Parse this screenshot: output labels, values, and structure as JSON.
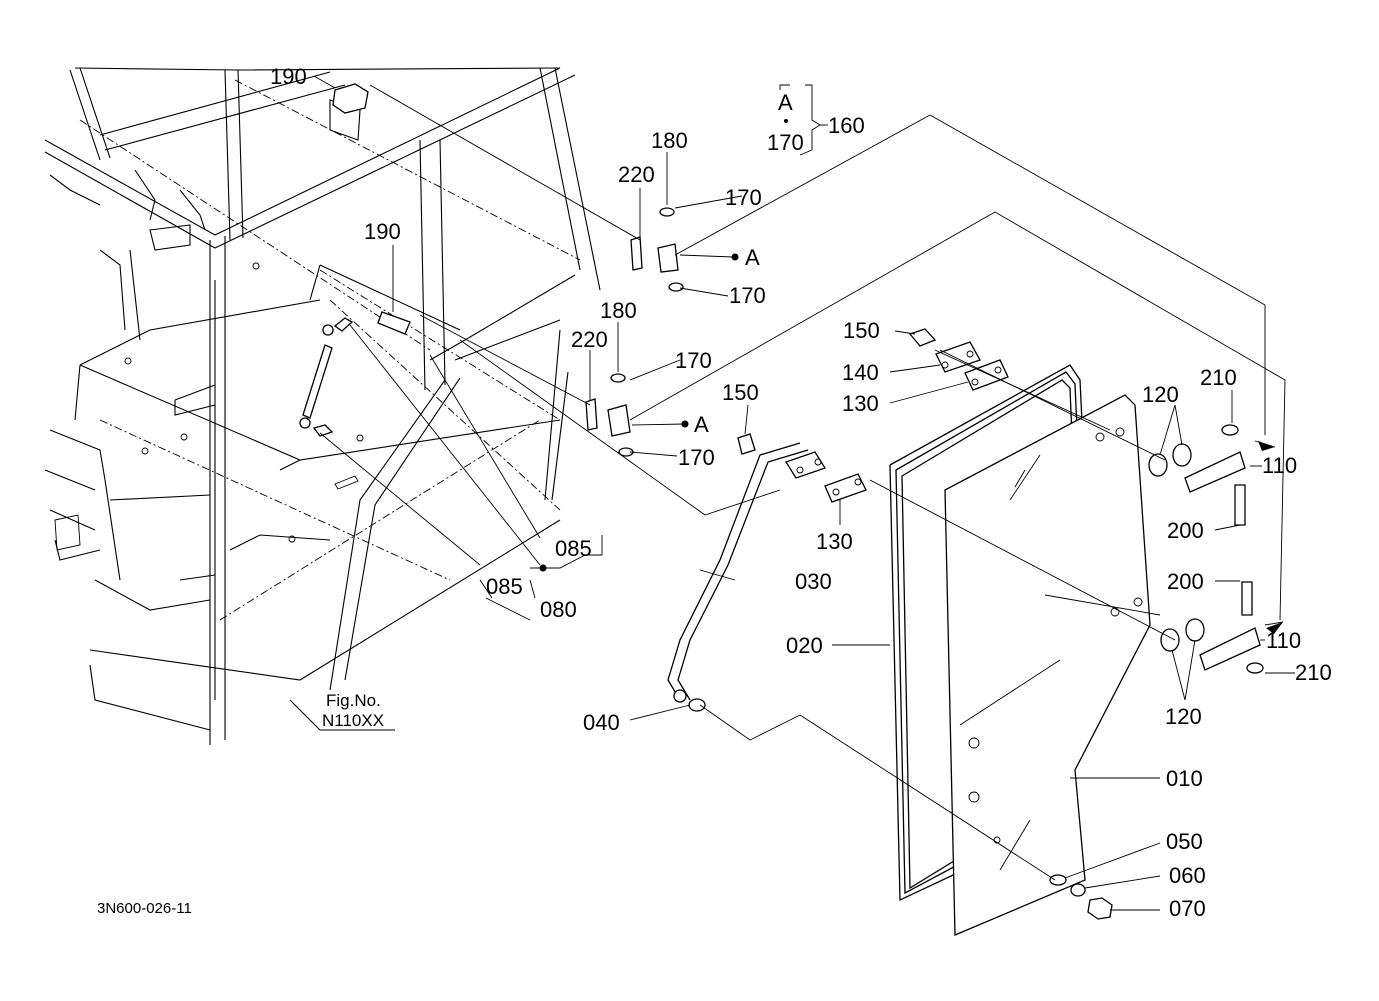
{
  "diagram": {
    "drawing_code": "3N600-026-11",
    "reference": {
      "line1": "Fig.No.",
      "line2": "N110XX"
    },
    "detail_group": {
      "letter": "A",
      "part": "170",
      "assembly": "160"
    },
    "marker_label": "A",
    "callouts": {
      "p190_top": "190",
      "p190_mid": "190",
      "p220_top": "220",
      "p220_mid": "220",
      "p180_top": "180",
      "p180_mid": "180",
      "p170_a": "170",
      "p170_b": "170",
      "p170_c": "170",
      "p170_d": "170",
      "p150_a": "150",
      "p150_b": "150",
      "p140": "140",
      "p130_a": "130",
      "p130_b": "130",
      "p120_a": "120",
      "p120_b": "120",
      "p210_a": "210",
      "p210_b": "210",
      "p110_a": "110",
      "p110_b": "110",
      "p200_a": "200",
      "p200_b": "200",
      "p085_a": "085",
      "p085_b": "085",
      "p080": "080",
      "p030": "030",
      "p020": "020",
      "p040": "040",
      "p010": "010",
      "p050": "050",
      "p060": "060",
      "p070": "070"
    }
  }
}
